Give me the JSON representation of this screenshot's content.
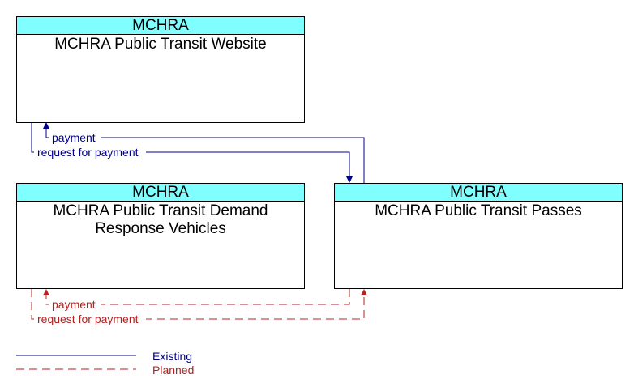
{
  "nodes": {
    "website": {
      "org": "MCHRA",
      "name": "MCHRA Public Transit Website"
    },
    "demand": {
      "org": "MCHRA",
      "name": "MCHRA Public Transit Demand Response Vehicles"
    },
    "passes": {
      "org": "MCHRA",
      "name": "MCHRA Public Transit Passes"
    }
  },
  "flows": {
    "existing_payment": "payment",
    "existing_request": "request for payment",
    "planned_payment": "payment",
    "planned_request": "request for payment"
  },
  "legend": {
    "existing": "Existing",
    "planned": "Planned"
  },
  "colors": {
    "existing": "#00008b",
    "planned": "#b22222",
    "header": "#7fffff"
  }
}
